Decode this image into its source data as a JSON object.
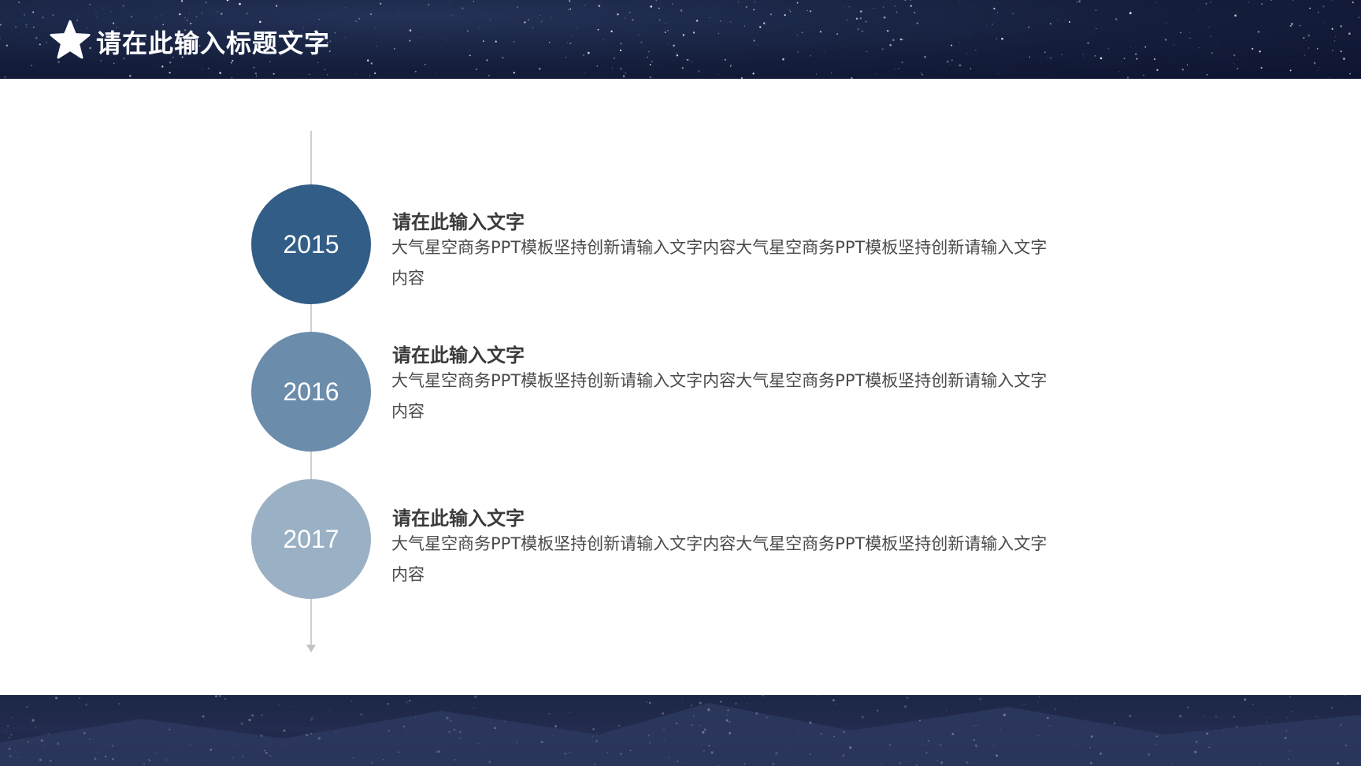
{
  "header": {
    "title": "请在此输入标题文字",
    "icon": "star-icon",
    "background_color": "#141d3a"
  },
  "timeline": {
    "arrow_icon": "arrow-down-icon",
    "items": [
      {
        "year": "2015",
        "color": "#325d86",
        "title": "请在此输入文字",
        "description": "大气星空商务PPT模板坚持创新请输入文字内容大气星空商务PPT模板坚持创新请输入文字内容"
      },
      {
        "year": "2016",
        "color": "#6b8cab",
        "title": "请在此输入文字",
        "description": "大气星空商务PPT模板坚持创新请输入文字内容大气星空商务PPT模板坚持创新请输入文字内容"
      },
      {
        "year": "2017",
        "color": "#9ab0c4",
        "title": "请在此输入文字",
        "description": "大气星空商务PPT模板坚持创新请输入文字内容大气星空商务PPT模板坚持创新请输入文字内容"
      }
    ]
  },
  "footer": {
    "background_color": "#1f2847"
  }
}
